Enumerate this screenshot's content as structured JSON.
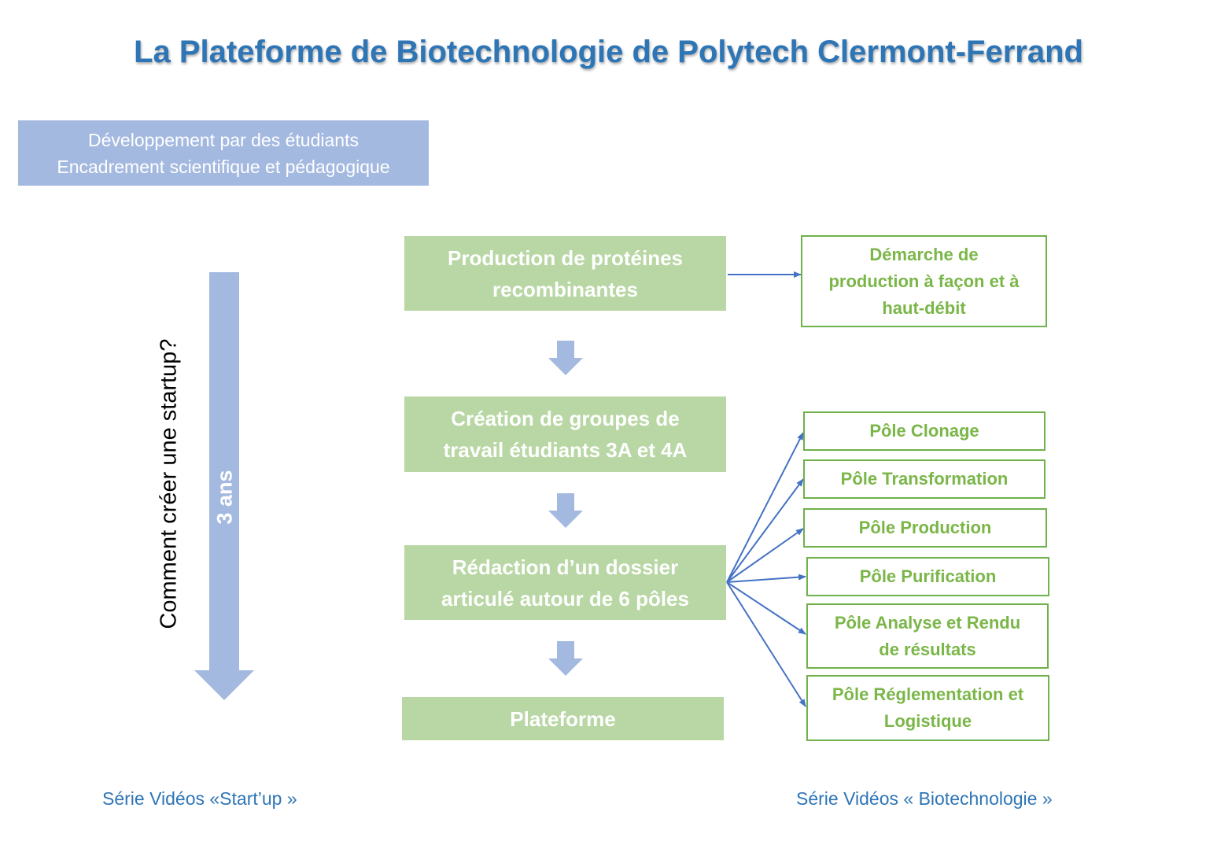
{
  "title": "La Plateforme de Biotechnologie de Polytech Clermont-Ferrand",
  "info_box": {
    "line1": "Développement par des étudiants",
    "line2": "Encadrement scientifique et pédagogique"
  },
  "side_question": "Comment créer une startup?",
  "duration": "3 ans",
  "steps": [
    {
      "line1": "Production de protéines",
      "line2": "recombinantes"
    },
    {
      "line1": "Création de groupes de",
      "line2": "travail étudiants 3A et 4A"
    },
    {
      "line1": "Rédaction d’un dossier",
      "line2": "articulé autour de 6 pôles"
    },
    {
      "line1": "Plateforme"
    }
  ],
  "approach_box": {
    "line1": "Démarche de",
    "line2": "production à façon et à",
    "line3": "haut-débit"
  },
  "poles": [
    {
      "line1": "Pôle Clonage"
    },
    {
      "line1": "Pôle Transformation"
    },
    {
      "line1": "Pôle Production"
    },
    {
      "line1": "Pôle Purification"
    },
    {
      "line1": "Pôle Analyse et Rendu",
      "line2": "de résultats"
    },
    {
      "line1": "Pôle Réglementation et",
      "line2": "Logistique"
    }
  ],
  "footer": {
    "left": "Série Vidéos «Start’up »",
    "right": "Série Vidéos « Biotechnologie »"
  },
  "colors": {
    "title": "#2e75b6",
    "info_box": "#a4b9e0",
    "step_fill": "#b8d7a4",
    "pole_border": "#6fb14a",
    "pole_text": "#7ab648",
    "connector": "#4472c4"
  }
}
